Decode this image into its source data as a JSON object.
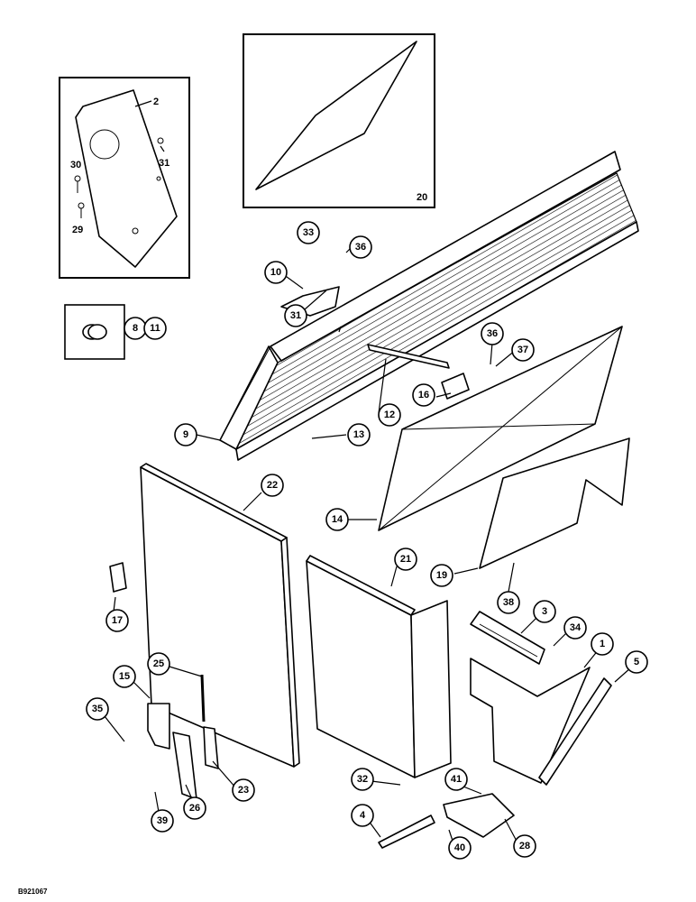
{
  "drawing_id": "B921067",
  "callouts": {
    "c1": "1",
    "c3": "3",
    "c4": "4",
    "c5": "5",
    "c8": "8",
    "c9": "9",
    "c10": "10",
    "c11": "11",
    "c12": "12",
    "c13": "13",
    "c14": "14",
    "c15": "15",
    "c16": "16",
    "c17": "17",
    "c19": "19",
    "c21": "21",
    "c22": "22",
    "c23": "23",
    "c25": "25",
    "c26": "26",
    "c28": "28",
    "c31b": "31",
    "c32": "32",
    "c33": "33",
    "c34": "34",
    "c35": "35",
    "c36a": "36",
    "c36b": "36",
    "c37": "37",
    "c38": "38",
    "c39": "39",
    "c40": "40",
    "c41": "41"
  },
  "labels": {
    "l2": "2",
    "l20": "20",
    "l29": "29",
    "l30": "30",
    "l31a": "31"
  }
}
